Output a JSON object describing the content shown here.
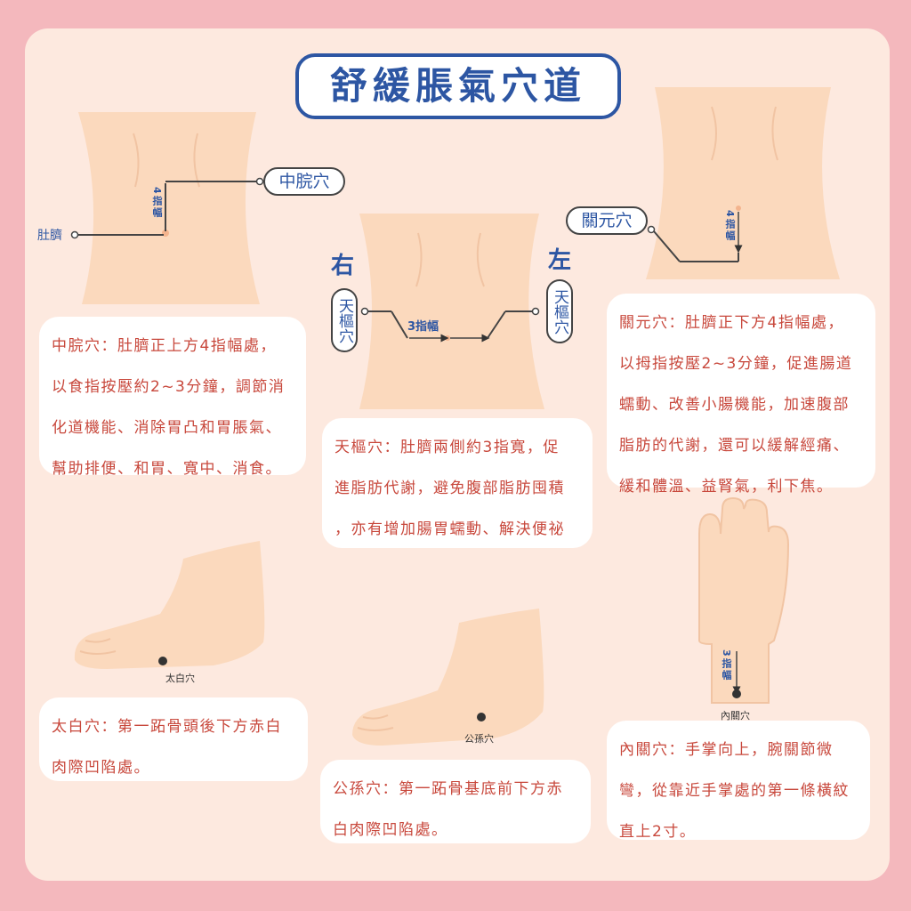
{
  "title": "舒緩脹氣穴道",
  "zhongwan": {
    "tag": "中脘穴",
    "navel": "肚臍",
    "finger": "4指幅",
    "lines": [
      "中脘穴：肚臍正上方4指幅處，",
      "以食指按壓約2~3分鐘，調節消",
      "化道機能、消除胃凸和胃脹氣、",
      "幫助排便、和胃、寬中、消食。"
    ]
  },
  "tianshu": {
    "tag_left": "天樞穴",
    "tag_right": "天樞穴",
    "right_label": "右",
    "left_label": "左",
    "finger": "3指幅",
    "lines": [
      "天樞穴：肚臍兩側約3指寬，促",
      "進脂肪代謝，避免腹部脂肪囤積",
      "，亦有增加腸胃蠕動、解決便祕"
    ]
  },
  "guanyuan": {
    "tag": "關元穴",
    "finger": "4指幅",
    "lines": [
      "關元穴：肚臍正下方4指幅處，",
      "以拇指按壓2~3分鐘，促進腸道",
      "蠕動、改善小腸機能，加速腹部",
      "脂肪的代謝，還可以緩解經痛、",
      "緩和體溫、益腎氣，利下焦。"
    ]
  },
  "taibai": {
    "point": "太白穴",
    "lines": [
      "太白穴：第一跖骨頭後下方赤白",
      "肉際凹陷處。"
    ]
  },
  "gongsun": {
    "point": "公孫穴",
    "lines": [
      "公孫穴：第一跖骨基底前下方赤",
      "白肉際凹陷處。"
    ]
  },
  "neiguan": {
    "point": "內關穴",
    "finger": "3指幅",
    "lines": [
      "內關穴：手掌向上，腕關節微",
      "彎，從靠近手掌處的第一條橫紋",
      "直上2寸。"
    ]
  }
}
